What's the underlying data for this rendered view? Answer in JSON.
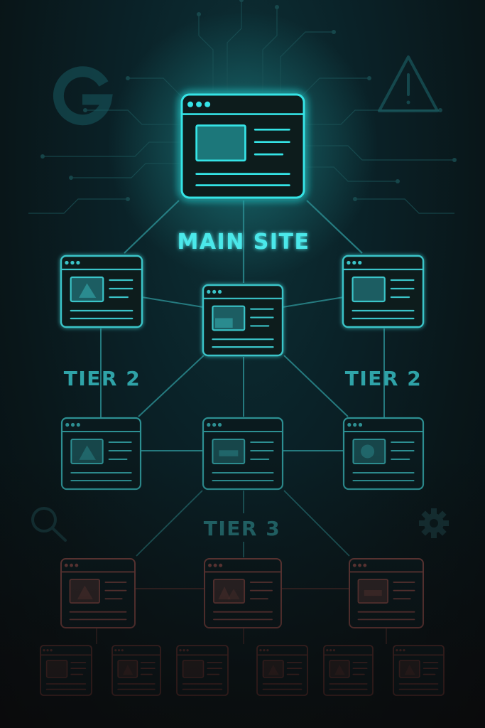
{
  "labels": {
    "main": "MAIN SITE",
    "tier2_left": "TIER 2",
    "tier2_right": "TIER 2",
    "tier3": "TIER 3"
  },
  "icons": {
    "top_left": "google-g-icon",
    "top_right": "warning-triangle-icon",
    "middle_left": "magnifier-icon",
    "middle_right": "gear-icon"
  },
  "colors": {
    "glow": "#35e4e6",
    "tier2": "#3bc4c8",
    "tier3": "#2d8f92",
    "tier4": "#6b3e3c",
    "tier5": "#4e2c2b",
    "line": "#2a8a8e",
    "line_dim": "#4a2e2d"
  }
}
